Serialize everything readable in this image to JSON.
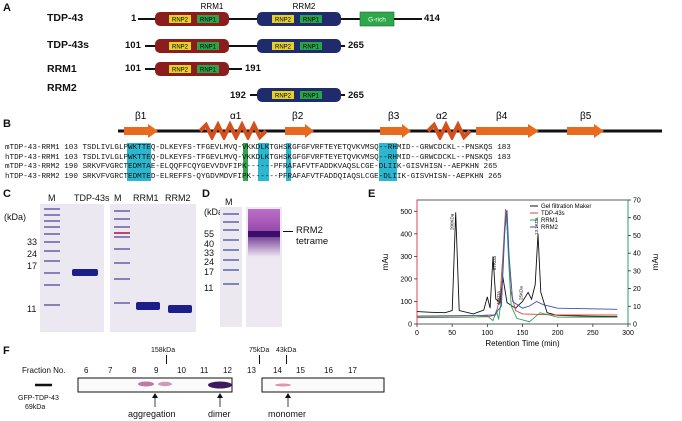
{
  "panelA": {
    "label": "A",
    "domains": {
      "rrm1": "RRM1",
      "rrm2": "RRM2",
      "rnp2": "RNP2",
      "rnp1": "RNP1",
      "grich": "G-rich"
    },
    "constructs": [
      {
        "name": "TDP-43",
        "start": "1",
        "end": "414"
      },
      {
        "name": "TDP-43s",
        "start": "101",
        "end": "265"
      },
      {
        "name": "RRM1",
        "start": "101",
        "end": "191"
      },
      {
        "name": "RRM2",
        "start": "192",
        "end": "265"
      }
    ]
  },
  "panelB": {
    "label": "B",
    "ss": [
      "β1",
      "α1",
      "β2",
      "β3",
      "α2",
      "β4",
      "β5"
    ],
    "rows": [
      {
        "name": "mTDP-43-RRM1",
        "start": "103",
        "seq": "TSDLIVLGLPWKTTEQ-DLKEYFS-TFGEVLMVQ-VKKDLKTGHSKGFGFVRFTEYETQVKVMSQ--RHMID--GRWCDCKL--PNSKQS",
        "end": "183"
      },
      {
        "name": "hTDP-43-RRM1",
        "start": "103",
        "seq": "TSDLIVLGLPWKTTEQ-DLKEYFS-TFGEVLMVQ-VKKDLKTGHSKGFGFVRFTEYETQVKVMSQ--RHMID--GRWCDCKL--PNSKQS",
        "end": "183"
      },
      {
        "name": "mTDP-43-RRM2",
        "start": "190",
        "seq": "SRKVFVGRCTEDMTAE-ELQQFFCQYGEVVDVFIPK------PFRAFAFVTFADDKVAQSLCGE-DLIIK-GISVHISN--AEPKHN",
        "end": "265"
      },
      {
        "name": "hTDP-43-RRM2",
        "start": "190",
        "seq": "SRKVFVGRCTEDMTED-ELREFFS-QYGDVMDVFIPK------PFRAFAFVTFADDQIAQSLCGE-DLIIK-GISVHISN--AEPKHN",
        "end": "265"
      }
    ]
  },
  "panelC": {
    "label": "C",
    "kda": "(kDa)",
    "markers": [
      "33",
      "24",
      "17",
      "11"
    ],
    "lanes": [
      "M",
      "TDP-43s",
      "M",
      "RRM1",
      "RRM2"
    ]
  },
  "panelD": {
    "label": "D",
    "kda": "(kDa)",
    "markers": [
      "55",
      "40",
      "33",
      "24",
      "17",
      "11"
    ],
    "lanes": [
      "M"
    ],
    "annotation": "RRM2 tetrame"
  },
  "panelE": {
    "label": "E",
    "chart_data": {
      "type": "line",
      "xlabel": "Retention Time (min)",
      "ylabel_left": "mAu",
      "ylabel_right": "mAu",
      "xlim": [
        0,
        300
      ],
      "ylim_left": [
        0,
        550
      ],
      "ylim_right": [
        0,
        70
      ],
      "x_ticks": [
        0,
        50,
        100,
        150,
        200,
        250,
        300
      ],
      "y_ticks_left": [
        0,
        100,
        200,
        300,
        400,
        500
      ],
      "y_ticks_right": [
        0,
        10,
        20,
        30,
        40,
        50,
        60,
        70
      ],
      "legend_position": "top-right",
      "peak_labels": [
        "200KDa",
        "67KDa",
        "43KDa",
        "25KDa",
        "13.7KDa"
      ],
      "series": [
        {
          "name": "Gel filtration Maker",
          "color": "#111111",
          "points": [
            [
              0,
              55
            ],
            [
              20,
              52
            ],
            [
              40,
              50
            ],
            [
              50,
              60
            ],
            [
              55,
              495
            ],
            [
              60,
              60
            ],
            [
              80,
              45
            ],
            [
              95,
              62
            ],
            [
              100,
              120
            ],
            [
              104,
              70
            ],
            [
              108,
              300
            ],
            [
              112,
              110
            ],
            [
              118,
              95
            ],
            [
              122,
              210
            ],
            [
              128,
              95
            ],
            [
              140,
              70
            ],
            [
              150,
              100
            ],
            [
              158,
              140
            ],
            [
              163,
              110
            ],
            [
              168,
              175
            ],
            [
              172,
              400
            ],
            [
              176,
              140
            ],
            [
              185,
              50
            ],
            [
              200,
              38
            ],
            [
              250,
              34
            ],
            [
              285,
              33
            ]
          ]
        },
        {
          "name": "TDP-43s",
          "color": "#e2453a",
          "points": [
            [
              0,
              30
            ],
            [
              100,
              32
            ],
            [
              112,
              40
            ],
            [
              118,
              120
            ],
            [
              122,
              300
            ],
            [
              126,
              510
            ],
            [
              129,
              400
            ],
            [
              133,
              150
            ],
            [
              140,
              60
            ],
            [
              150,
              45
            ],
            [
              200,
              40
            ],
            [
              285,
              40
            ]
          ]
        },
        {
          "name": "RRM1",
          "color": "#2ca25f",
          "points": [
            [
              0,
              28
            ],
            [
              80,
              30
            ],
            [
              100,
              36
            ],
            [
              108,
              15
            ],
            [
              113,
              60
            ],
            [
              116,
              20
            ],
            [
              120,
              110
            ],
            [
              124,
              380
            ],
            [
              127,
              500
            ],
            [
              130,
              300
            ],
            [
              134,
              80
            ],
            [
              142,
              25
            ],
            [
              160,
              10
            ],
            [
              175,
              50
            ],
            [
              200,
              30
            ],
            [
              285,
              30
            ]
          ]
        },
        {
          "name": "RRM2",
          "color": "#3b4fb0",
          "points": [
            [
              0,
              35
            ],
            [
              90,
              38
            ],
            [
              110,
              40
            ],
            [
              120,
              80
            ],
            [
              125,
              420
            ],
            [
              128,
              505
            ],
            [
              131,
              300
            ],
            [
              136,
              100
            ],
            [
              150,
              70
            ],
            [
              160,
              80
            ],
            [
              170,
              100
            ],
            [
              180,
              85
            ],
            [
              200,
              70
            ],
            [
              285,
              65
            ]
          ]
        }
      ]
    }
  },
  "panelF": {
    "label": "F",
    "fraction_label": "Fraction No.",
    "fractions": [
      "6",
      "7",
      "8",
      "9",
      "10",
      "11",
      "12",
      "13",
      "14",
      "15",
      "16",
      "17"
    ],
    "markers_top": [
      "158kDa",
      "75kDa",
      "43kDa"
    ],
    "gfp": "GFP-TDP-43",
    "gfp_mass": "69kDa",
    "arrows": [
      "aggregation",
      "dimer",
      "monomer"
    ]
  }
}
